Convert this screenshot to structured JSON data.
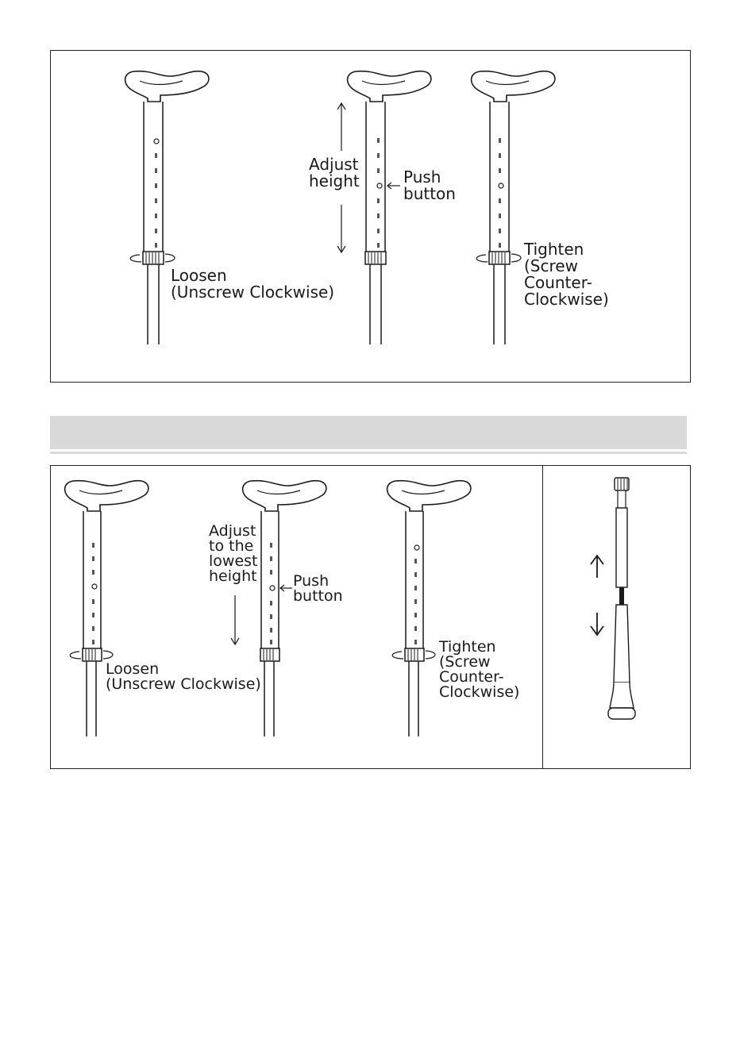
{
  "top_panel": {
    "loosen": "Loosen\n(Unscrew Clockwise)",
    "adjust": "Adjust\nheight",
    "push": "Push\nbutton",
    "tighten": "Tighten\n(Screw\nCounter-\nClockwise)"
  },
  "bottom_panel": {
    "loosen": "Loosen\n(Unscrew Clockwise)",
    "adjust": "Adjust\nto the\nlowest\nheight",
    "push": "Push\nbutton",
    "tighten": "Tighten\n(Screw\nCounter-\nClockwise)"
  },
  "icons": {
    "collar-rotation": "rotate-arrow-icon",
    "up": "arrow-up-icon",
    "down": "arrow-down-icon"
  },
  "colors": {
    "line": "#1a1a1a",
    "bar": "#d9d9d9"
  }
}
